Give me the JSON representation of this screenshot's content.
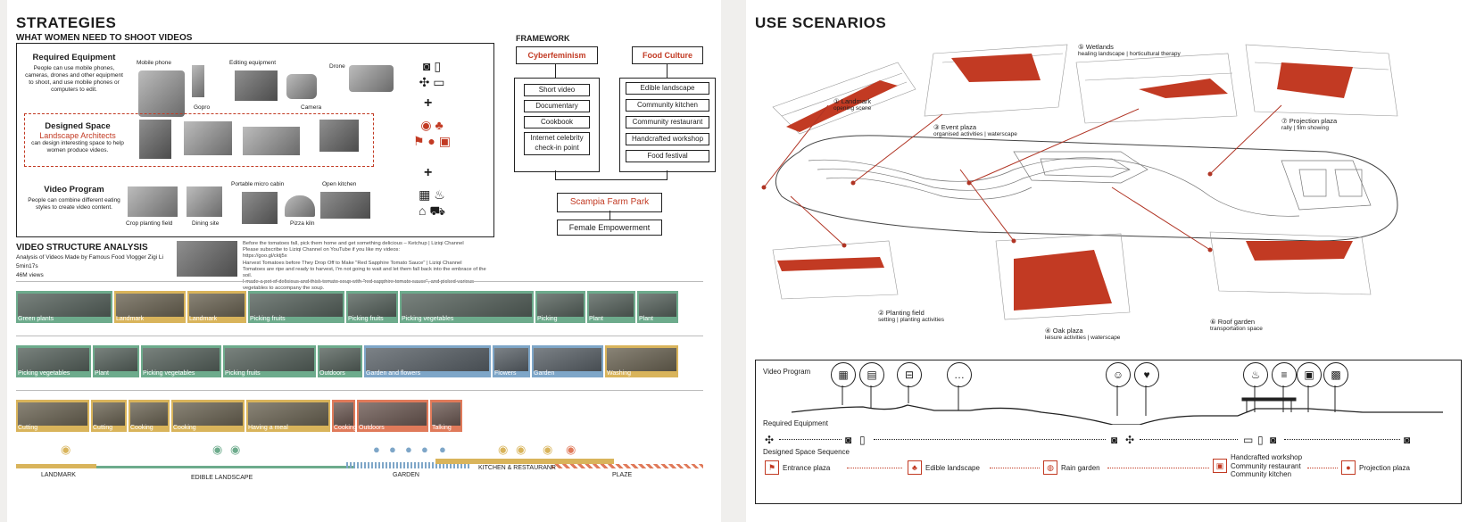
{
  "strategies": {
    "title": "STRATEGIES",
    "subtitle": "WHAT WOMEN NEED TO SHOOT VIDEOS",
    "required": {
      "title": "Required Equipment",
      "desc": "People can use mobile phones, cameras, drones and other equipment to shoot, and use mobile phones or computers to edit.",
      "items": [
        "Mobile phone",
        "Gopro",
        "Editing equipment",
        "Camera",
        "Drone"
      ]
    },
    "designed": {
      "title": "Designed Space",
      "subtitle": "Landscape Architects",
      "desc": "can design interesting space to help women produce videos."
    },
    "video": {
      "title": "Video Program",
      "desc": "People can combine different eating styles to create video content.",
      "items": [
        "Crop planting field",
        "Dining site",
        "Portable micro cabin",
        "Pizza kiln",
        "Open kitchen"
      ]
    },
    "plus": "+"
  },
  "framework": {
    "title": "FRAMEWORK",
    "cyber": "Cyberfeminism",
    "food": "Food Culture",
    "cyber_items": [
      "Short video",
      "Documentary",
      "Cookbook",
      "Internet celebrity check-in point"
    ],
    "food_items": [
      "Edible landscape",
      "Community kitchen",
      "Community restaurant",
      "Handcrafted workshop",
      "Food festival"
    ],
    "park": "Scampia Farm Park",
    "empower": "Female Empowerment"
  },
  "analysis": {
    "title": "VIDEO STRUCTURE ANALYSIS",
    "meta": [
      "Analysis of Videos Made by Famous Food Vlogger Zigi Li",
      "5min17s",
      "46M views"
    ],
    "desc": "Before the tomatoes fall, pick them home and get something delicious – Ketchup | Liziqi Channel\nPlease subscribe to Liziqi Channel on YouTube if you like my videos:\nhttps://goo.gl/cktj5x\nHarvest Tomatoes before They Drop Off to Make \"Red Sapphire Tomato Sauce\" | Liziqi Channel\nTomatoes are ripe and ready to harvest, I'm not going to wait and let them fall back into the embrace of the soil.\nI made a pot of delicious and thick tomato soup with \"red sapphire tomato sauce\", and picked various vegetables to accompany the soup.",
    "row1": [
      {
        "label": "Green plants",
        "w": 110,
        "c": "#6dab8c"
      },
      {
        "label": "Landmark",
        "w": 82,
        "c": "#d9b45b"
      },
      {
        "label": "Landmark",
        "w": 68,
        "c": "#d9b45b"
      },
      {
        "label": "Picking fruits",
        "w": 110,
        "c": "#6dab8c"
      },
      {
        "label": "Picking fruits",
        "w": 60,
        "c": "#6dab8c"
      },
      {
        "label": "Picking vegetables",
        "w": 152,
        "c": "#6dab8c"
      },
      {
        "label": "Picking",
        "w": 58,
        "c": "#6dab8c"
      },
      {
        "label": "Plant",
        "w": 56,
        "c": "#6dab8c"
      },
      {
        "label": "Plant",
        "w": 48,
        "c": "#6dab8c"
      }
    ],
    "row2": [
      {
        "label": "Picking vegetables",
        "w": 86,
        "c": "#6dab8c"
      },
      {
        "label": "Plant",
        "w": 54,
        "c": "#6dab8c"
      },
      {
        "label": "Picking vegetables",
        "w": 92,
        "c": "#6dab8c"
      },
      {
        "label": "Picking fruits",
        "w": 106,
        "c": "#6dab8c"
      },
      {
        "label": "Outdoors",
        "w": 52,
        "c": "#6dab8c"
      },
      {
        "label": "Garden and flowers",
        "w": 144,
        "c": "#7ea6c8"
      },
      {
        "label": "Flowers",
        "w": 44,
        "c": "#7ea6c8"
      },
      {
        "label": "Garden",
        "w": 82,
        "c": "#7ea6c8"
      },
      {
        "label": "Washing",
        "w": 84,
        "c": "#d9b45b"
      }
    ],
    "row3": [
      {
        "label": "Cutting",
        "w": 84,
        "c": "#d9b45b"
      },
      {
        "label": "Cutting",
        "w": 42,
        "c": "#d9b45b"
      },
      {
        "label": "Cooking",
        "w": 48,
        "c": "#d9b45b"
      },
      {
        "label": "Cooking",
        "w": 84,
        "c": "#d9b45b"
      },
      {
        "label": "Having a meal",
        "w": 96,
        "c": "#d9b45b"
      },
      {
        "label": "Cooking",
        "w": 28,
        "c": "#e07a5a"
      },
      {
        "label": "Outdoors",
        "w": 82,
        "c": "#e07a5a"
      },
      {
        "label": "Talking",
        "w": 38,
        "c": "#e07a5a"
      }
    ],
    "bottom": [
      "LANDMARK",
      "EDIBLE LANDSCAPE",
      "GARDEN",
      "KITCHEN & RESTAURANR",
      "PLAZE"
    ]
  },
  "scenarios": {
    "title": "USE SCENARIOS",
    "labels": [
      {
        "n": "① Landmark",
        "s": "opening scene"
      },
      {
        "n": "③ Event plaza",
        "s": "organised activities | waterscape"
      },
      {
        "n": "⑤ Wetlands",
        "s": "healing landscape | horticultural therapy"
      },
      {
        "n": "⑦ Projection plaza",
        "s": "rally | film showing"
      },
      {
        "n": "② Planting field",
        "s": "setting | planting activities"
      },
      {
        "n": "④ Oak plaza",
        "s": "leisure activities | waterscape"
      },
      {
        "n": "⑥ Roof garden",
        "s": "transportation space"
      }
    ]
  },
  "program": {
    "title": "Video Program",
    "required": "Required Equipment",
    "designed": "Designed Space Sequence",
    "sequence": [
      "Entrance plaza",
      "Edible landscape",
      "Rain garden",
      "Handcrafted workshop",
      "Community restaurant",
      "Community kitchen",
      "Projection plaza"
    ]
  },
  "colors": {
    "accent": "#c23a23",
    "green": "#6dab8c",
    "blue": "#7ea6c8",
    "yellow": "#d9b45b",
    "orange": "#e07a5a"
  }
}
